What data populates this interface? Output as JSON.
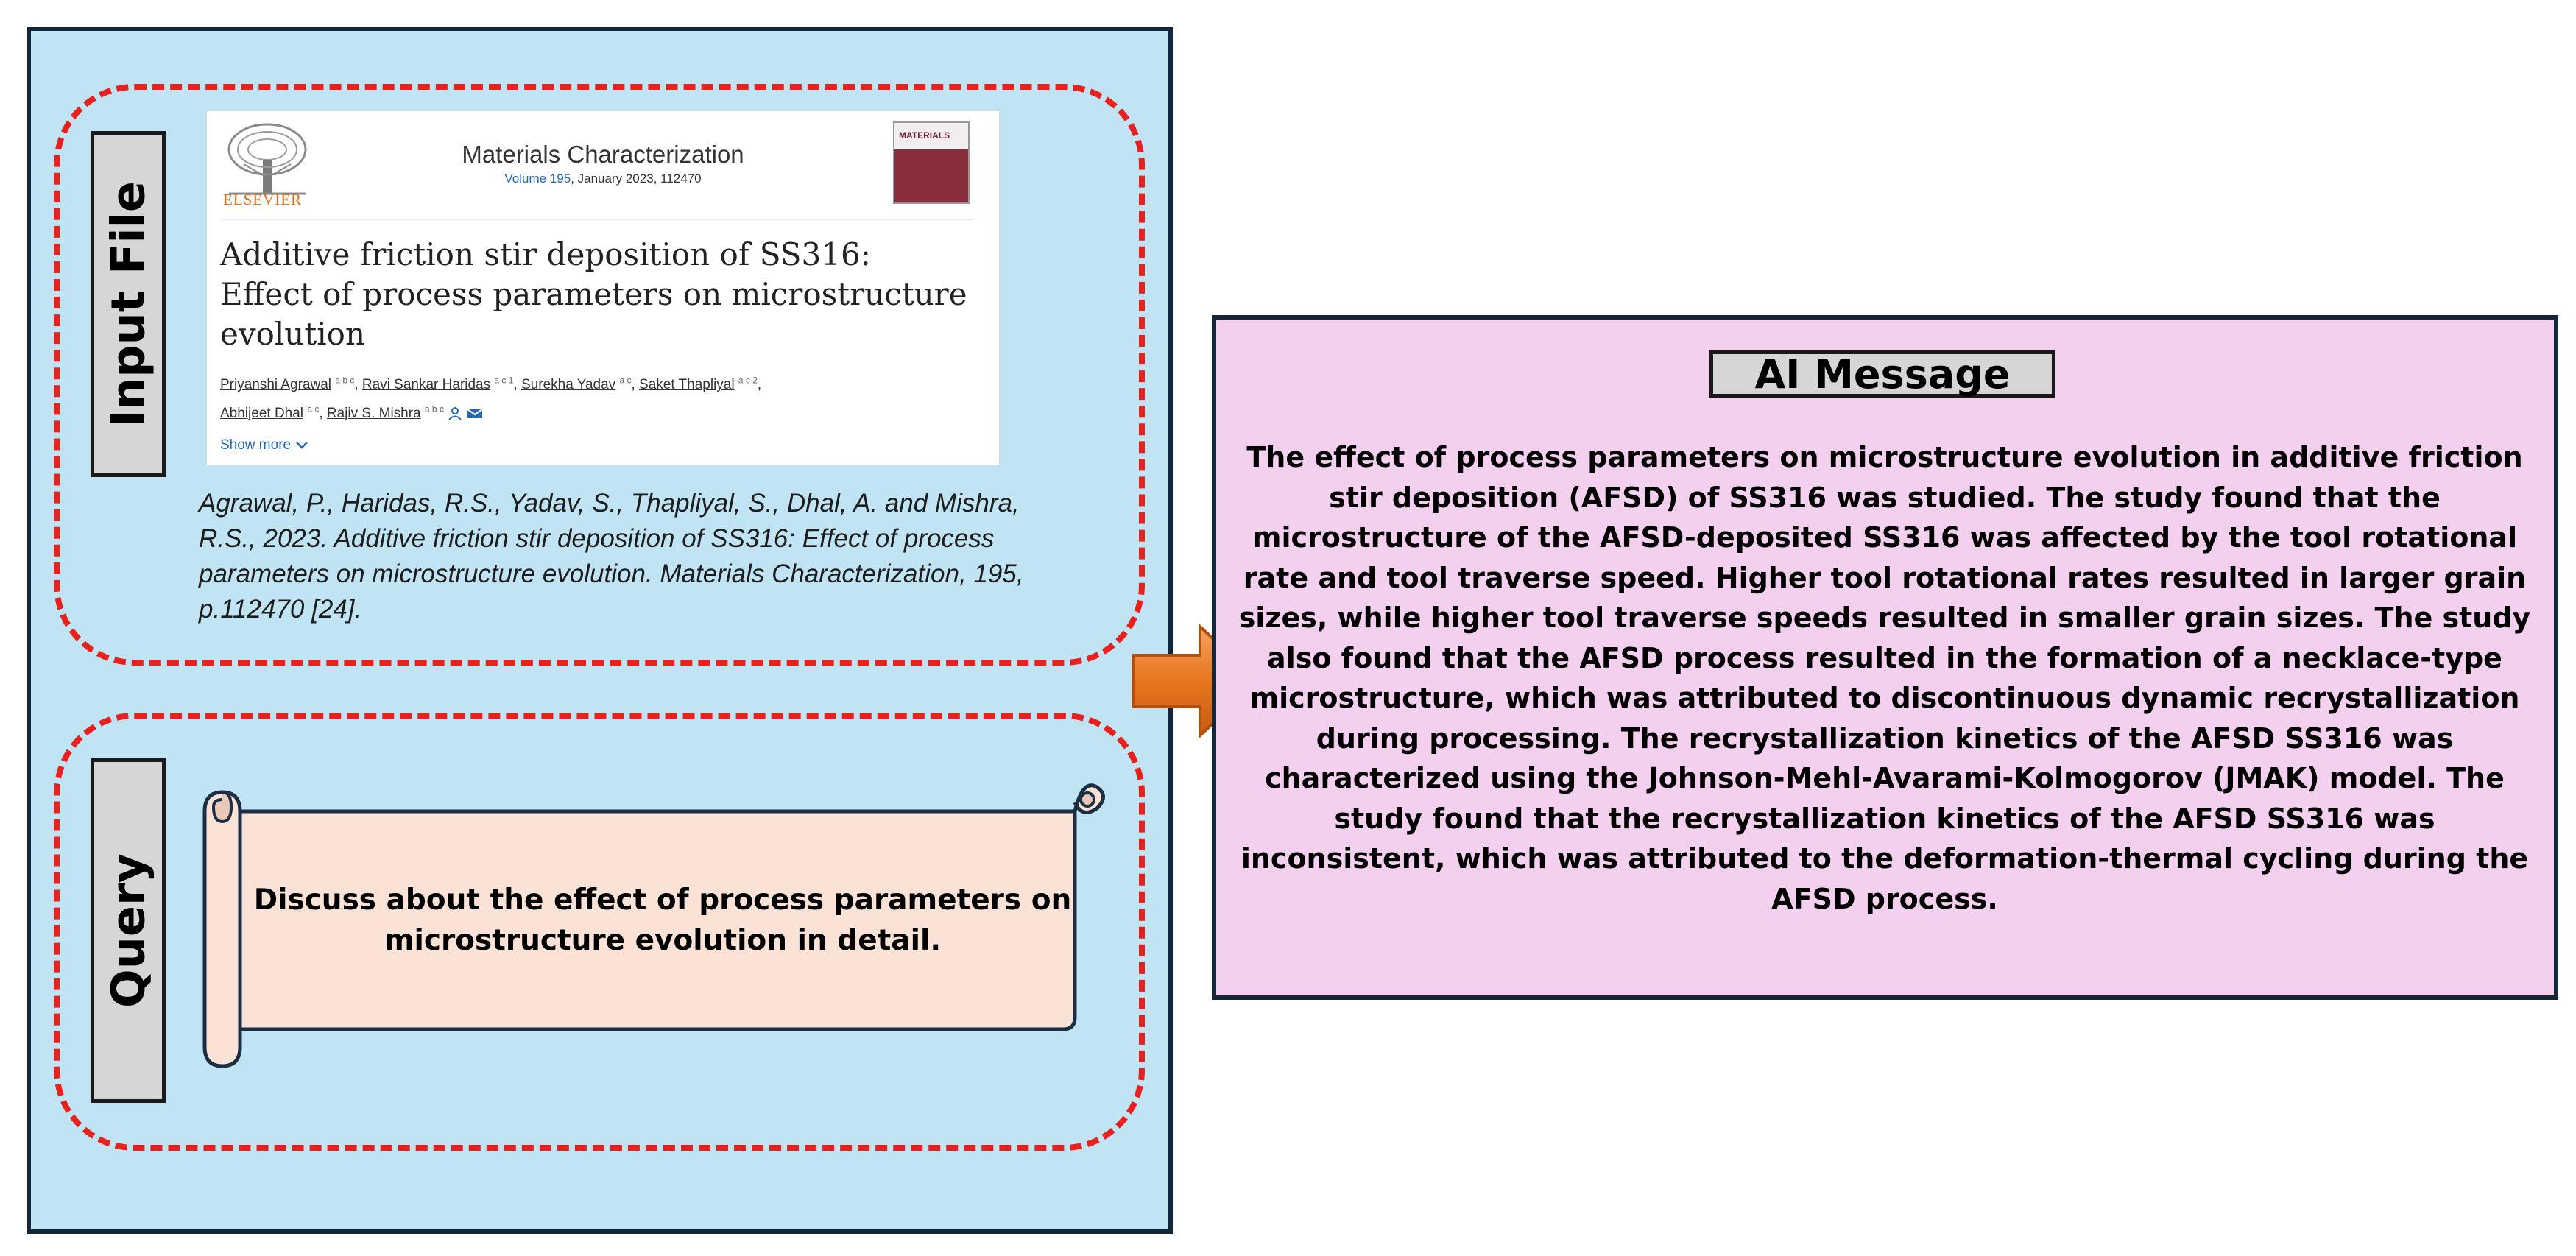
{
  "input_section": {
    "label": "Input File",
    "paper": {
      "publisher_logo_text": "ELSEVIER",
      "journal_name": "Materials Characterization",
      "volume_link": "Volume 195",
      "volume_rest": ", January 2023, 112470",
      "cover_text": "MATERIALS",
      "title": "Additive friction stir deposition of SS316: Effect of process parameters on microstructure evolution",
      "authors": [
        {
          "name": "Priyanshi Agrawal",
          "sup": "a b c",
          "sep": ", "
        },
        {
          "name": "Ravi Sankar Haridas",
          "sup": "a c 1",
          "sep": ", "
        },
        {
          "name": "Surekha Yadav",
          "sup": "a c",
          "sep": ", "
        },
        {
          "name": "Saket Thapliyal",
          "sup": "a c 2",
          "sep": ","
        },
        {
          "name": "Abhijeet Dhal",
          "sup": "a c",
          "sep": ", "
        },
        {
          "name": "Rajiv S. Mishra",
          "sup": "a b c",
          "sep": " "
        }
      ],
      "show_more": "Show more"
    },
    "citation": "Agrawal, P., Haridas, R.S., Yadav, S., Thapliyal, S., Dhal, A. and Mishra, R.S., 2023. Additive friction stir deposition of SS316: Effect of process parameters on microstructure evolution. Materials Characterization, 195, p.112470 [24]."
  },
  "query_section": {
    "label": "Query",
    "text": "Discuss about the effect of process parameters on microstructure evolution in detail."
  },
  "ai_message": {
    "title": "AI Message",
    "body": "The effect of process parameters on microstructure evolution in additive friction stir deposition (AFSD) of SS316 was studied. The study found that the microstructure of the AFSD-deposited SS316 was affected by the tool rotational rate and tool traverse speed. Higher tool rotational rates resulted in larger grain sizes, while higher tool traverse speeds resulted in smaller grain sizes. The study also found that the AFSD process resulted in the formation of a necklace-type microstructure, which was attributed to discontinuous dynamic recrystallization during processing. The recrystallization kinetics of the AFSD SS316 was characterized using the Johnson-Mehl-Avarami-Kolmogorov (JMAK) model. The study found that the recrystallization kinetics of the AFSD SS316 was inconsistent, which was attributed to the deformation-thermal cycling during the AFSD process."
  },
  "colors": {
    "left_panel_bg": "#c0e4f4",
    "dash_border": "#e8201e",
    "ai_box_bg": "#f2d0ee",
    "scroll_fill": "#fae2d6",
    "arrow": "#e8761e",
    "border": "#14263a"
  }
}
